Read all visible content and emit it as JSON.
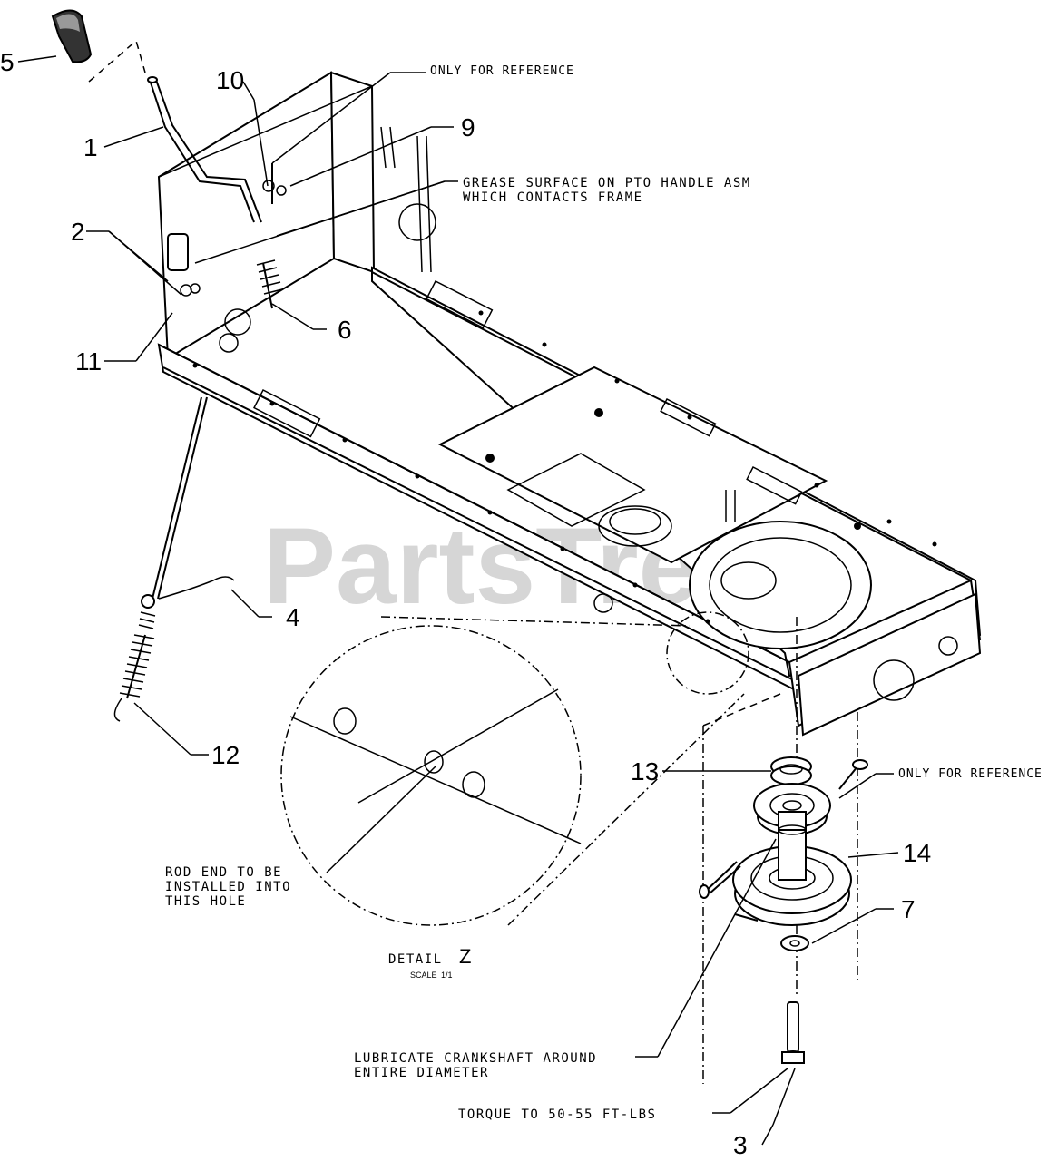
{
  "callouts": {
    "c1": "1",
    "c2": "2",
    "c3": "3",
    "c4": "4",
    "c5": "5",
    "c6": "6",
    "c7": "7",
    "c9": "9",
    "c10": "10",
    "c11": "11",
    "c12": "12",
    "c13": "13",
    "c14": "14"
  },
  "notes": {
    "only_for_reference_top": "ONLY FOR REFERENCE",
    "grease_line1": "GREASE SURFACE ON PTO HANDLE ASM",
    "grease_line2": "WHICH CONTACTS FRAME",
    "only_for_reference_right": "ONLY FOR REFERENCE",
    "rod_end_line1": "ROD END TO BE",
    "rod_end_line2": "INSTALLED INTO",
    "rod_end_line3": "THIS HOLE",
    "detail_label": "DETAIL",
    "detail_letter": "Z",
    "detail_scale": "SCALE",
    "detail_scale_ratio": "1/1",
    "lubricate_line1": "LUBRICATE CRANKSHAFT AROUND",
    "lubricate_line2": "ENTIRE DIAMETER",
    "torque": "TORQUE TO 50-55 FT-LBS"
  },
  "watermark": "PartsTree"
}
